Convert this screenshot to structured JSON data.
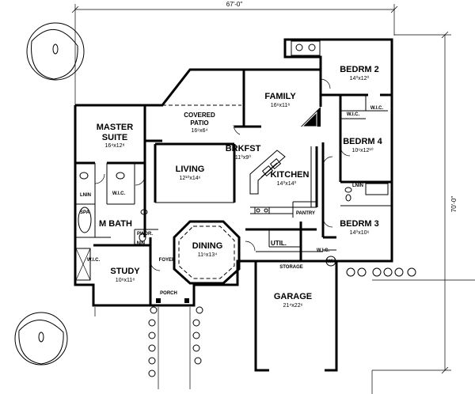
{
  "dimensions": {
    "width": "67'-0\"",
    "depth": "70'-0\""
  },
  "rooms": {
    "master_suite": {
      "name": "MASTER SUITE",
      "name_line1": "MASTER",
      "name_line2": "SUITE",
      "size": "16⁴x12⁸"
    },
    "covered_patio": {
      "name": "COVERED PATIO",
      "name_line1": "COVERED",
      "name_line2": "PATIO",
      "size": "16⁶x6⁴"
    },
    "family": {
      "name": "FAMILY",
      "size": "16⁶x11⁸"
    },
    "bedrm2": {
      "name": "BEDRM 2",
      "size": "14⁰x12⁰"
    },
    "bedrm4": {
      "name": "BEDRM 4",
      "size": "10⁶x12¹⁰"
    },
    "bedrm3": {
      "name": "BEDRM 3",
      "size": "14⁰x10⁶"
    },
    "brkfst": {
      "name": "BRKFST",
      "size": "11⁰x9⁰"
    },
    "kitchen": {
      "name": "KITCHEN",
      "size": "14⁰x14⁰"
    },
    "living": {
      "name": "LIVING",
      "size": "12¹⁰x14⁶"
    },
    "m_bath": {
      "name": "M BATH"
    },
    "dining": {
      "name": "DINING",
      "size": "11⁶x13⁴"
    },
    "study": {
      "name": "STUDY",
      "size": "10⁶x11⁸"
    },
    "garage": {
      "name": "GARAGE",
      "size": "21⁴x22⁶"
    },
    "util": {
      "name": "UTIL."
    },
    "foyer": {
      "name": "FOYER"
    },
    "porch": {
      "name": "PORCH"
    },
    "storage": {
      "name": "STORAGE"
    },
    "pantry": {
      "name": "PANTRY"
    },
    "pwdr": {
      "name": "PWDR."
    },
    "wic_master": {
      "name": "W.I.C."
    },
    "wic_closet": {
      "name": "W.I.C."
    },
    "wic_bed2": {
      "name": "W.I.C."
    },
    "wic_bed4": {
      "name": "W.I.C."
    },
    "wic_bed3": {
      "name": "W.I.C."
    },
    "lnin_1": {
      "name": "LNIN"
    },
    "lnin_2": {
      "name": "LNIN"
    },
    "lnin_3": {
      "name": "LNIN"
    },
    "spa": {
      "name": "SPA"
    },
    "wh": {
      "name": "WH"
    }
  }
}
